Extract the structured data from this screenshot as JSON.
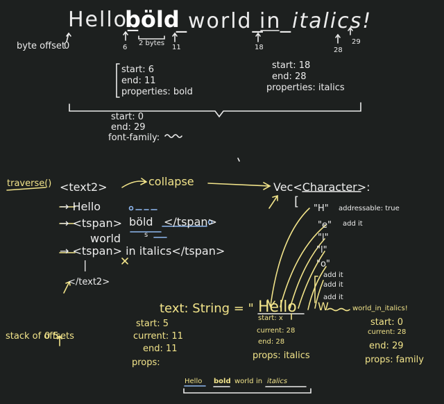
{
  "colors": {
    "background": "#1d201f",
    "chalk_white": "#ececec",
    "chalk_yellow": "#f2e48a",
    "chalk_blue": "#8fb8f0"
  },
  "top": {
    "title_hello": "Hello_",
    "title_bold": "böld",
    "title_world": "_world_",
    "title_in": "in",
    "title_italics": "_italics!",
    "two_bytes": "2 bytes",
    "byte_offset_label": "byte offset",
    "offsets": {
      "o0": "0",
      "o6": "6",
      "o11": "11",
      "o18": "18",
      "o28": "28",
      "o29": "29"
    },
    "bold_span": {
      "start": "start: 6",
      "end": "end: 11",
      "properties": "properties: bold"
    },
    "italic_span": {
      "start": "start: 18",
      "end": "end: 28",
      "properties": "properties: italics"
    },
    "whole": {
      "start": "start: 0",
      "end": "end: 29",
      "font_family": "font-family:"
    }
  },
  "traverse": {
    "call": "traverse()",
    "text2_open": "<text2>",
    "collapse": "collapse",
    "vec": "Vec<Character>:",
    "bracket": "[",
    "hello": "→ Hello",
    "tspan_bold_open": "→ <tspan>",
    "tspan_bold_word": "böld",
    "tspan_close": "</tspan>",
    "world": "world",
    "tspan_italics": "→ <tspan> in italics</tspan>",
    "pipe": "|",
    "text2_close": "</text2>",
    "s_mark": "s",
    "chars": {
      "c_h": "\"H\"",
      "c_e": "\"e\"",
      "c_l1": "\"l\"",
      "c_l2": "\"l\"",
      "c_o": "\"o\""
    },
    "addressable": "addressable: true",
    "add_it": "add it",
    "add_it_list": [
      "add it",
      "add it",
      "add it"
    ]
  },
  "bottom": {
    "text_decl": "text: String = \"",
    "hello_big": "Hello",
    "w_big": "W",
    "world_italics": "world_in_italics!",
    "left_state": {
      "start": "start: 5",
      "current": "current: 11",
      "end": "end: 11",
      "props": "props:"
    },
    "mid_state": {
      "start": "start: x",
      "current": "current: 28",
      "end": "end: 28",
      "props": "props: italics"
    },
    "right_state": {
      "start": "start: 0",
      "current": "current: 28",
      "end": "end: 29",
      "props": "props: family"
    },
    "stack_label": "stack of offsets",
    "stack_values": "0 5",
    "final_hello": "Hello",
    "final_bold": "bold",
    "final_world": "world",
    "final_in": "in",
    "final_italics": "italics"
  }
}
